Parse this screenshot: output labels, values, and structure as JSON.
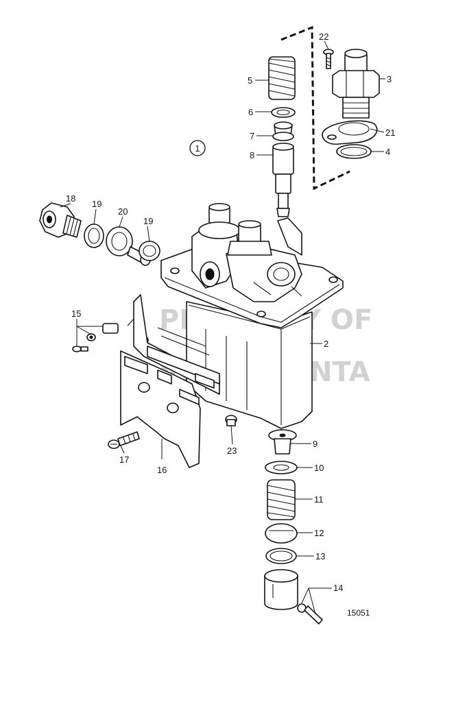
{
  "diagram": {
    "assembly_callout": "1",
    "reference_number": "15051",
    "watermark": [
      "PROPERTY OF",
      "VOLVO PENTA"
    ],
    "parts": [
      {
        "id": "p2",
        "label": "2"
      },
      {
        "id": "p3",
        "label": "3"
      },
      {
        "id": "p4",
        "label": "4"
      },
      {
        "id": "p5",
        "label": "5"
      },
      {
        "id": "p6",
        "label": "6"
      },
      {
        "id": "p7",
        "label": "7"
      },
      {
        "id": "p8",
        "label": "8"
      },
      {
        "id": "p9",
        "label": "9"
      },
      {
        "id": "p10",
        "label": "10"
      },
      {
        "id": "p11",
        "label": "11"
      },
      {
        "id": "p12",
        "label": "12"
      },
      {
        "id": "p13",
        "label": "13"
      },
      {
        "id": "p14",
        "label": "14"
      },
      {
        "id": "p15",
        "label": "15"
      },
      {
        "id": "p16",
        "label": "16"
      },
      {
        "id": "p17",
        "label": "17"
      },
      {
        "id": "p18",
        "label": "18"
      },
      {
        "id": "p19a",
        "label": "19"
      },
      {
        "id": "p19b",
        "label": "19"
      },
      {
        "id": "p20",
        "label": "20"
      },
      {
        "id": "p21",
        "label": "21"
      },
      {
        "id": "p22",
        "label": "22"
      },
      {
        "id": "p23",
        "label": "23"
      }
    ]
  }
}
